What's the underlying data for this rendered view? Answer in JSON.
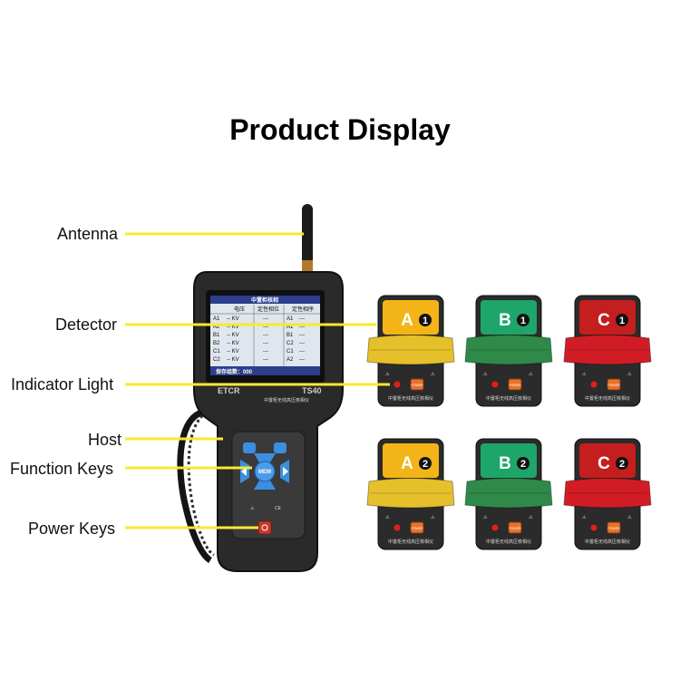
{
  "title": "Product Display",
  "labels": {
    "antenna": "Antenna",
    "detector": "Detector",
    "indicator_light": "Indicator Light",
    "host": "Host",
    "function_keys": "Function Keys",
    "power_keys": "Power Keys"
  },
  "host": {
    "model": "TS40",
    "brand": "ETCR",
    "subtitle": "中置柜无线高压核相仪",
    "mem_key": "MEM",
    "screen": {
      "title": "中置柜核相",
      "headers": [
        "电压",
        "定性相位",
        "定性相序"
      ],
      "rows": [
        [
          "A1",
          "-- KV",
          "---",
          "A1",
          "---"
        ],
        [
          "A2",
          "-- KV",
          "---",
          "A1",
          "---"
        ],
        [
          "B1",
          "-- KV",
          "---",
          "B1",
          "---"
        ],
        [
          "B2",
          "-- KV",
          "---",
          "C2",
          "---"
        ],
        [
          "C1",
          "-- KV",
          "---",
          "C1",
          "---"
        ],
        [
          "C2",
          "-- KV",
          "---",
          "A2",
          "---"
        ]
      ],
      "footer": "保存组数：000"
    }
  },
  "modules": [
    {
      "letter": "A",
      "number": "1",
      "color": "#f2b417",
      "strap": "#e5c02a",
      "caption": "中置柜无线高压核相仪",
      "power": "POWER"
    },
    {
      "letter": "B",
      "number": "1",
      "color": "#1ea56a",
      "strap": "#2f8a4a",
      "caption": "中置柜无线高压核相仪",
      "power": "POWER"
    },
    {
      "letter": "C",
      "number": "1",
      "color": "#c41e1e",
      "strap": "#d11c26",
      "caption": "中置柜无线高压核相仪",
      "power": "POWER"
    },
    {
      "letter": "A",
      "number": "2",
      "color": "#f2b417",
      "strap": "#e5c02a",
      "caption": "中置柜无线高压核相仪",
      "power": "POWER"
    },
    {
      "letter": "B",
      "number": "2",
      "color": "#1ea56a",
      "strap": "#2f8a4a",
      "caption": "中置柜无线高压核相仪",
      "power": "POWER"
    },
    {
      "letter": "C",
      "number": "2",
      "color": "#c41e1e",
      "strap": "#d11c26",
      "caption": "中置柜无线高压核相仪",
      "power": "POWER"
    }
  ],
  "colors": {
    "callout_line": "#f7ea2e",
    "device_body": "#2a2a2a"
  }
}
